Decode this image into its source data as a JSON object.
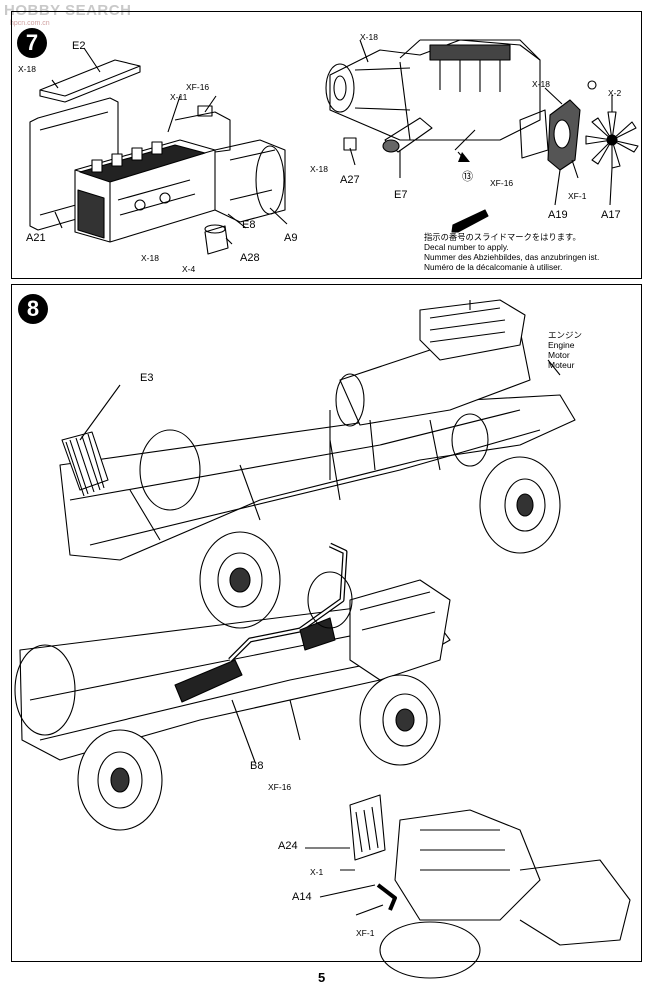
{
  "watermark": {
    "brand": "HOBBY SEARCH",
    "sub": "hpcn.com.cn"
  },
  "step7": {
    "number": "7",
    "labels": {
      "e2": "E2",
      "x18_a": "X-18",
      "xf16_a": "XF-16",
      "x11": "X-11",
      "a21": "A21",
      "e8": "E8",
      "a9": "A9",
      "x18_b": "X-18",
      "x4": "X-4",
      "a28": "A28",
      "x18_c": "X-18",
      "x18_d": "X-18",
      "a27": "A27",
      "e7": "E7",
      "ref13": "⑬",
      "xf16_b": "XF-16",
      "x18_e": "X-18",
      "x2": "X-2",
      "xf1": "XF-1",
      "a19": "A19",
      "a17": "A17"
    },
    "decal_note": [
      "指示の番号のスライドマークをはります。",
      "Decal number to apply.",
      "Nummer des Abziehbildes, das anzubringen ist.",
      "Numéro de la décalcomanie à utiliser."
    ]
  },
  "step8": {
    "number": "8",
    "labels": {
      "e3": "E3",
      "b8": "B8",
      "xf16": "XF-16",
      "a24": "A24",
      "x1": "X-1",
      "a14": "A14",
      "xf1": "XF-1"
    },
    "engine_label": [
      "エンジン",
      "Engine",
      "Motor",
      "Moteur"
    ]
  },
  "page_number": "5"
}
